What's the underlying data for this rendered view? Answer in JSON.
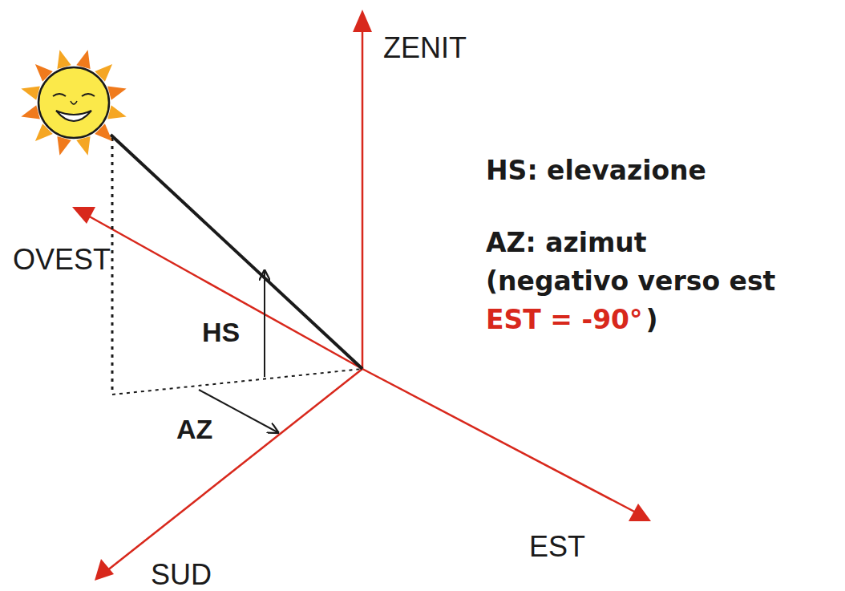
{
  "diagram": {
    "labels": [
      "ZENIT",
      "OVEST",
      "EST",
      "SUD",
      "HS",
      "AZ",
      "HS: elevazione",
      "AZ: azimut",
      "(negativo verso est",
      "EST = -90°",
      ")"
    ]
  }
}
